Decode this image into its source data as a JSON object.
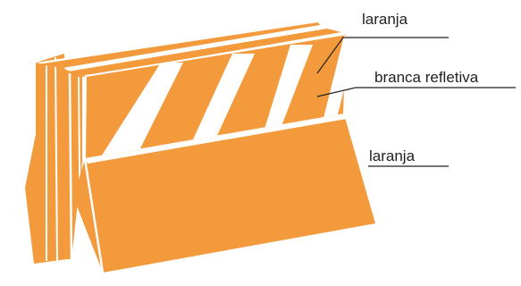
{
  "labels": {
    "top": "laranja",
    "middle": "branca refletiva",
    "bottom": "laranja"
  },
  "colors": {
    "orange": "#f39a3c",
    "orange_dark": "#e8872a",
    "white": "#ffffff",
    "line": "#222222"
  }
}
